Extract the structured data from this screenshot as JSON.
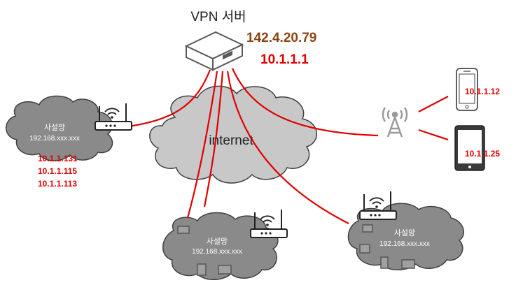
{
  "server": {
    "title": "VPN 서버",
    "public_ip": "142.4.20.79",
    "vpn_ip": "10.1.1.1",
    "public_ip_color": "#8B4513",
    "vpn_ip_color": "#e00000"
  },
  "internet": {
    "label": "internet"
  },
  "private_nets": {
    "left": {
      "label": "사설망",
      "subnet": "192.168.xxx.xxx",
      "vpn_ips": [
        "10.1.1.131",
        "10.1.1.115",
        "10.1.1.113"
      ]
    },
    "bottom_center": {
      "label": "사설망",
      "subnet": "192.168.xxx.xxx"
    },
    "bottom_right": {
      "label": "사설망",
      "subnet": "192.168.xxx.xxx"
    }
  },
  "mobile": {
    "phone_ip": "10.1.1.12",
    "tablet_ip": "10.1.1.25"
  },
  "colors": {
    "link": "#e00000",
    "cloud_dark": "#8a8a8a",
    "cloud_light": "#c8c8c8",
    "cloud_stroke": "#404040"
  },
  "icons": [
    "server-icon",
    "router-icon",
    "cell-tower-icon",
    "phone-icon",
    "tablet-icon",
    "laptop-icon",
    "monitor-icon"
  ]
}
